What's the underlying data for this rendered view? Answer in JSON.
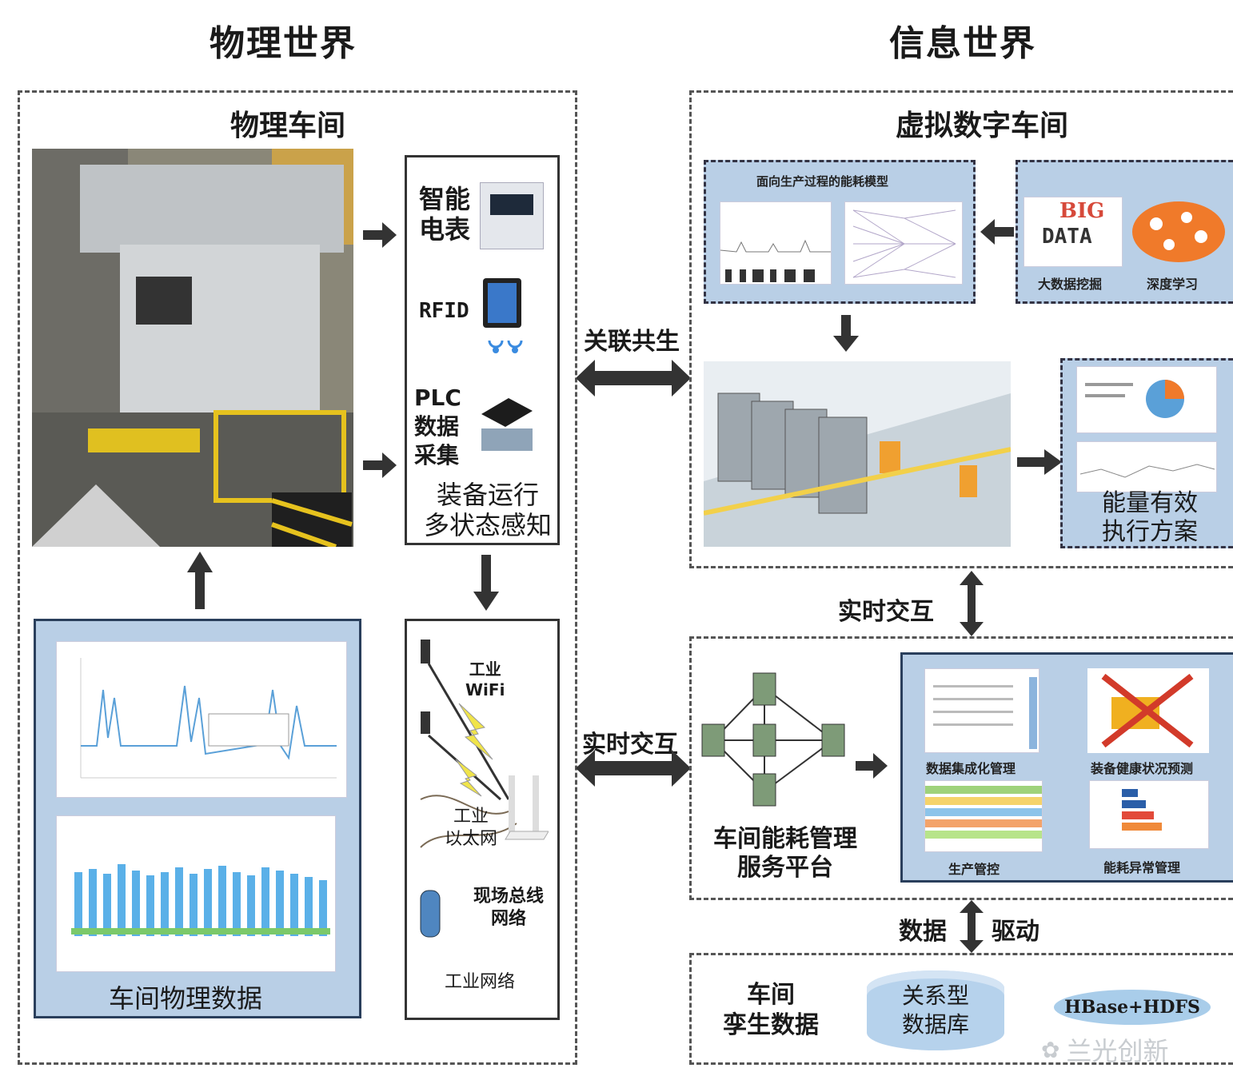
{
  "titles": {
    "physical_world": "物理世界",
    "info_world": "信息世界"
  },
  "physical_workshop": {
    "title": "物理车间",
    "sensors": {
      "smart_meter": "智能\n电表",
      "rfid": "RFID",
      "plc": "PLC\n数据\n采集",
      "caption": "装备运行\n多状态感知"
    },
    "network": {
      "wifi": "工业\nWiFi",
      "ethernet": "工业\n以太网",
      "fieldbus": "现场总线\n网络",
      "caption": "工业网络"
    },
    "physical_data_caption": "车间物理数据"
  },
  "virtual_workshop": {
    "title": "虚拟数字车间",
    "model_title": "面向生产过程的能耗模型",
    "bigdata_label": "大数据挖掘",
    "deeplearn_label": "深度学习",
    "bigdata_logo_big": "BIG",
    "bigdata_logo_data": "DATA",
    "energy_plan": "能量有效\n执行方案"
  },
  "links": {
    "association": "关联共生",
    "realtime_top": "实时交互",
    "realtime_mid": "实时交互",
    "data": "数据",
    "drive": "驱动"
  },
  "platform": {
    "caption": "车间能耗管理\n服务平台",
    "modules": [
      "数据集成化管理",
      "装备健康状况预测",
      "生产管控",
      "能耗异常管理"
    ]
  },
  "twin_data": {
    "label": "车间\n孪生数据",
    "relational_db": "关系型\n数据库",
    "hbase": "HBase+HDFS"
  },
  "watermark": "兰光创新"
}
